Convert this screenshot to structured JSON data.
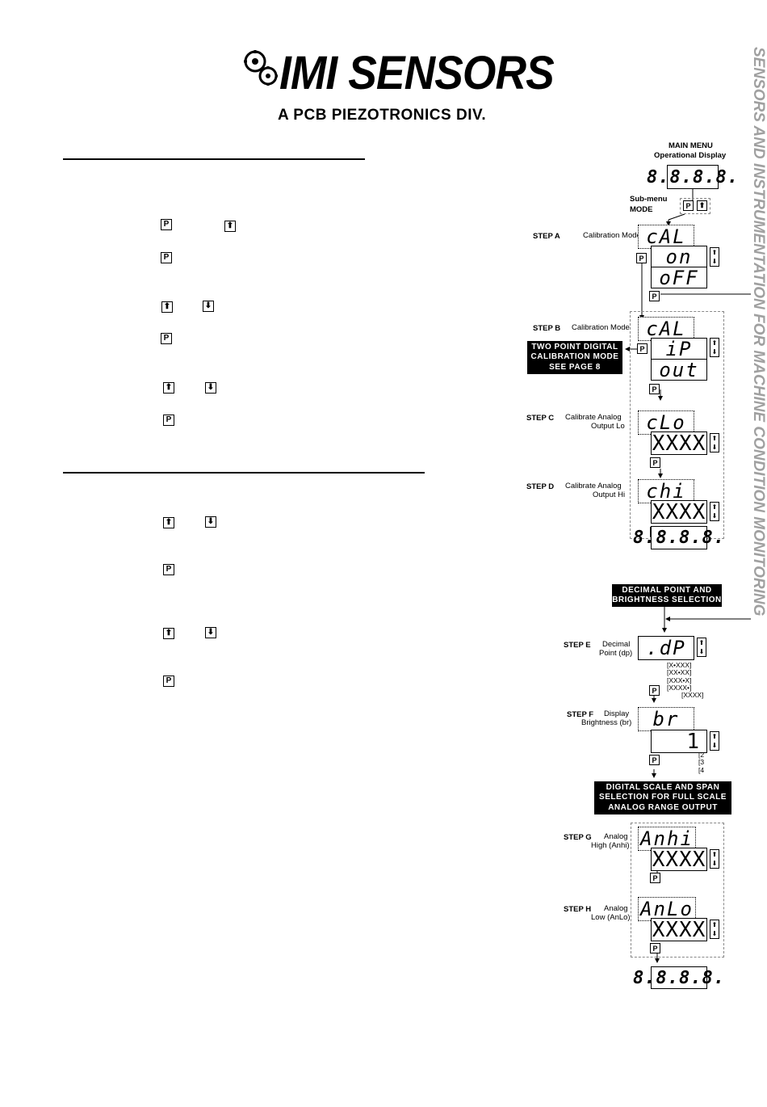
{
  "logo": {
    "brand": "IMI SENSORS",
    "subtitle": "A PCB PIEZOTRONICS DIV."
  },
  "side_text": "SENSORS AND INSTRUMENTATION FOR MACHINE CONDITION MONITORING",
  "key_glyphs": {
    "p": "P",
    "up": "⬆",
    "down": "⬇"
  },
  "flow": {
    "main_menu": "MAIN MENU",
    "operational_display": "Operational Display",
    "display_888": "8.8.8.8.",
    "submenu": "Sub-menu",
    "mode": "MODE",
    "step_a": {
      "step": "STEP A",
      "label": "Calibration Mode",
      "disp": "cAL",
      "opt1": "on",
      "opt2": "oFF"
    },
    "step_b": {
      "step": "STEP B",
      "label": "Calibration Mode",
      "disp": "cAL",
      "opt1": "iP",
      "opt2": "out"
    },
    "two_point_banner": [
      "TWO POINT DIGITAL",
      "CALIBRATION MODE",
      "SEE PAGE 8"
    ],
    "step_c": {
      "step": "STEP C",
      "label1": "Calibrate Analog",
      "label2": "Output Lo",
      "disp": "cLo",
      "value": "XXXX"
    },
    "step_d": {
      "step": "STEP D",
      "label1": "Calibrate Analog",
      "label2": "Output Hi",
      "disp": "chi",
      "value": "XXXX"
    },
    "decimal_banner": [
      "DECIMAL POINT AND",
      "BRIGHTNESS SELECTION"
    ],
    "step_e": {
      "step": "STEP E",
      "label1": "Decimal",
      "label2": "Point (dp)",
      "disp": ".dP",
      "options": [
        "[X•XXX]",
        "[XX•XX]",
        "[XXX•X]",
        "[XXXX•]",
        "[XXXX]"
      ]
    },
    "step_f": {
      "step": "STEP F",
      "label1": "Display",
      "label2": "Brightness (br)",
      "disp": "br",
      "value": "1",
      "options": [
        "[2",
        "[3",
        "[4"
      ]
    },
    "digital_banner": [
      "DIGITAL SCALE AND SPAN",
      "SELECTION FOR FULL SCALE",
      "ANALOG RANGE OUTPUT"
    ],
    "step_g": {
      "step": "STEP G",
      "label1": "Analog",
      "label2": "High (Anhi)",
      "disp": "Anhi",
      "value": "XXXX"
    },
    "step_h": {
      "step": "STEP H",
      "label1": "Analog",
      "label2": "Low (AnLo)",
      "disp": "AnLo",
      "value": "XXXX"
    }
  }
}
